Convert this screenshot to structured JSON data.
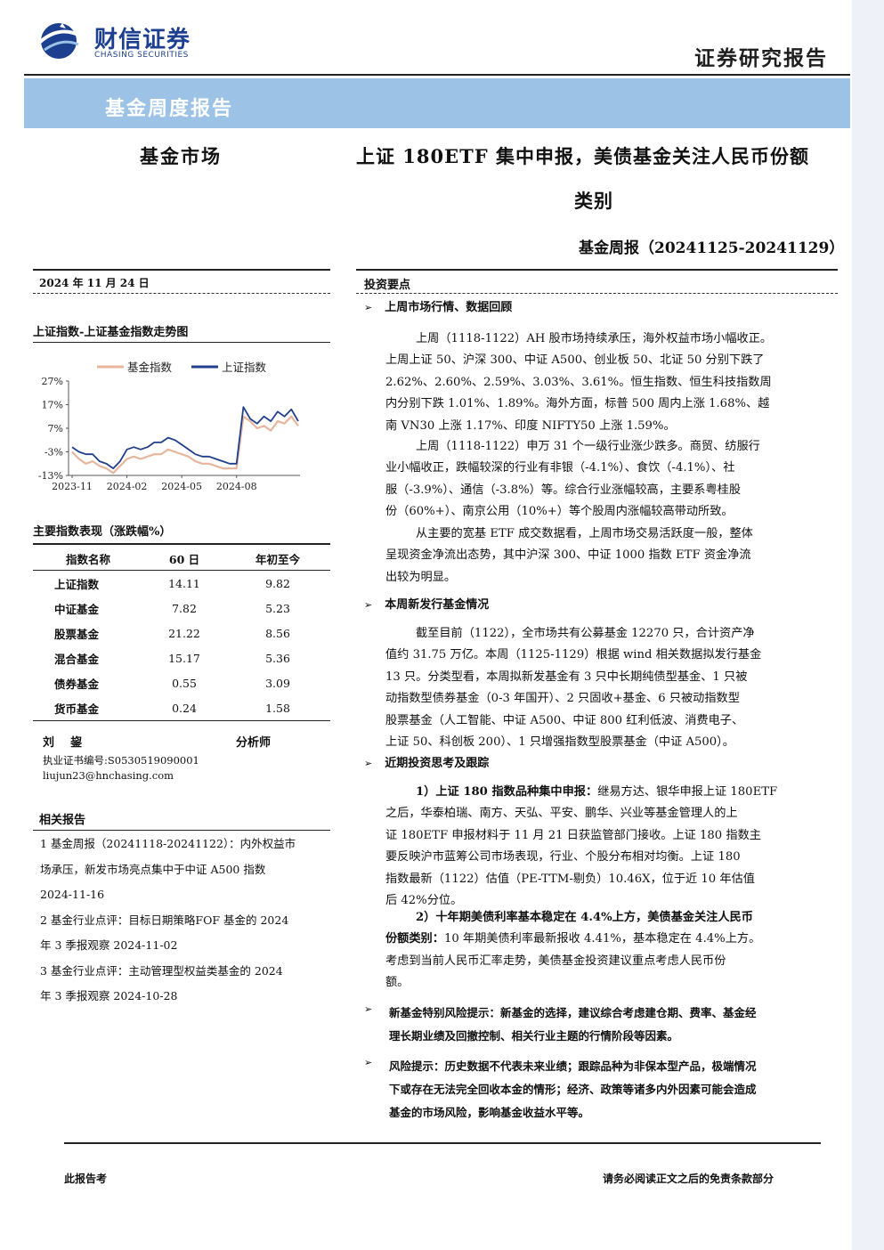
{
  "header": {
    "brand_cn": "财信证券",
    "brand_en": "CHASING SECURITIES",
    "report_kind": "证券研究报告",
    "banner": "基金周度报告",
    "section": "基金市场",
    "title_line1": "上证 180ETF 集中申报，美债基金关注人民币份额",
    "title_line2": "类别",
    "subtitle": "基金周报（20241125-20241129）"
  },
  "left": {
    "date": "2024 年 11 月 24 日",
    "chart_heading": "上证指数-上证基金指数走势图",
    "table_heading": "主要指数表现（涨跌幅%）",
    "table_headers": [
      "指数名称",
      "60 日",
      "年初至今"
    ],
    "table_rows": [
      {
        "name": "上证指数",
        "d60": "14.11",
        "ytd": "9.82"
      },
      {
        "name": "中证基金",
        "d60": "7.82",
        "ytd": "5.23"
      },
      {
        "name": "股票基金",
        "d60": "21.22",
        "ytd": "8.56"
      },
      {
        "name": "混合基金",
        "d60": "15.17",
        "ytd": "5.36"
      },
      {
        "name": "债券基金",
        "d60": "0.55",
        "ytd": "3.09"
      },
      {
        "name": "货币基金",
        "d60": "0.24",
        "ytd": "1.58"
      }
    ],
    "analyst_name": "刘    鋆",
    "analyst_role": "分析师",
    "analyst_cert": "执业证书编号:S0530519090001",
    "analyst_email": "liujun23@hnchasing.com",
    "related_heading": "相关报告",
    "related_lines": [
      "1  基金周报（20241118-20241122）：内外权益市",
      "场承压，新发市场亮点集中于中证 A500 指数",
      "2024-11-16",
      "2  基金行业点评：目标日期策略FOF 基金的 2024",
      "年 3 季报观察 2024-11-02",
      "3  基金行业点评：主动管理型权益类基金的 2024",
      "年 3 季报观察 2024-10-28"
    ]
  },
  "right": {
    "key_points": "投资要点",
    "sec1_title": "上周市场行情、数据回顾",
    "p1": [
      "上周（1118-1122）AH 股市场持续承压，海外权益市场小幅收正。",
      "上周上证 50、沪深 300、中证 A500、创业板 50、北证 50 分别下跌了",
      "2.62%、2.60%、2.59%、3.03%、3.61%。恒生指数、恒生科技指数周",
      "内分别下跌 1.01%、1.89%。海外方面，标普 500 周内上涨 1.68%、越",
      "南 VN30 上涨 1.17%、印度 NIFTY50 上涨 1.59%。"
    ],
    "p2": [
      "上周（1118-1122）申万 31 个一级行业涨少跌多。商贸、纺服行",
      "业小幅收正，跌幅较深的行业有非银（-4.1%）、食饮（-4.1%）、社",
      "服（-3.9%）、通信（-3.8%）等。综合行业涨幅较高，主要系粤桂股",
      "份（60%+）、南京公用（10%+）等个股周内涨幅较高带动所致。"
    ],
    "p3": [
      "从主要的宽基 ETF 成交数据看，上周市场交易活跃度一般，整体",
      "呈现资金净流出态势，其中沪深 300、中证 1000 指数 ETF 资金净流",
      "出较为明显。"
    ],
    "sec2_title": "本周新发行基金情况",
    "p4": [
      "截至目前（1122），全市场共有公募基金 12270 只，合计资产净",
      "值约 31.75 万亿。本周（1125-1129）根据 wind 相关数据拟发行基金",
      "13 只。分类型看，本周拟新发基金有 3 只中长期纯债型基金、1 只被",
      "动指数型债券基金（0-3 年国开）、2 只固收+基金、6 只被动指数型",
      "股票基金（人工智能、中证 A500、中证 800 红利低波、消费电子、",
      "上证 50、科创板 200）、1 只增强指数型股票基金（中证 A500）。"
    ],
    "sec3_title": "近期投资思考及跟踪",
    "p5_bold": "1）上证 180 指数品种集中申报：",
    "p5": [
      "继易方达、银华申报上证 180ETF",
      "之后，华泰柏瑞、南方、天弘、平安、鹏华、兴业等基金管理人的上",
      "证 180ETF 申报材料于 11 月 21 日获监管部门接收。上证 180 指数主",
      "要反映沪市蓝筹公司市场表现，行业、个股分布相对均衡。上证 180",
      "指数最新（1122）估值（PE-TTM-剔负）10.46X，位于近 10 年估值",
      "后 42%分位。"
    ],
    "p6_bold1": "2）十年期美债利率基本稳定在 4.4%上方，美债基金关注人民币",
    "p6_bold2": "份额类别：",
    "p6": [
      "10 年期美债利率最新报收 4.41%，基本稳定在 4.4%上方。",
      "考虑到当前人民币汇率走势，美债基金投资建议重点考虑人民币份",
      "额。"
    ],
    "risk1": [
      "新基金特别风险提示：新基金的选择，建议综合考虑建仓期、费率、基金经",
      "理长期业绩及回撤控制、相关行业主题的行情阶段等因素。"
    ],
    "risk2": [
      "风险提示：历史数据不代表未来业绩；跟踪品种为非保本型产品，极端情况",
      "下或存在无法完全回收本金的情形；经济、政策等诸多内外因素可能会造成",
      "基金的市场风险，影响基金收益水平等。"
    ]
  },
  "footer": {
    "left": "此报告考",
    "right": "请务必阅读正文之后的免责条款部分"
  },
  "chart_data": {
    "type": "line",
    "title": "",
    "xlabel": "",
    "ylabel": "",
    "ylim": [
      -13,
      27
    ],
    "yticks": [
      "27%",
      "17%",
      "7%",
      "-3%",
      "-13%"
    ],
    "xticks": [
      "2023-11",
      "2024-02",
      "2024-05",
      "2024-08"
    ],
    "legend_position": "top",
    "colors": {
      "基金指数": "#e8b69c",
      "上证指数": "#1f3f8c"
    },
    "series": [
      {
        "name": "基金指数",
        "values": [
          -3,
          -6,
          -8,
          -7,
          -9,
          -10,
          -12,
          -9,
          -6,
          -5,
          -6,
          -5,
          -4,
          -4,
          -2,
          -3,
          -4,
          -5,
          -7,
          -8,
          -8,
          -9,
          -10,
          -10,
          -10,
          12,
          10,
          7,
          8,
          6,
          10,
          9,
          12,
          8
        ]
      },
      {
        "name": "上证指数",
        "values": [
          -1,
          -3,
          -4,
          -4,
          -7,
          -8,
          -10,
          -7,
          -2,
          -1,
          -2,
          -1,
          1,
          1,
          3,
          2,
          0,
          -2,
          -4,
          -5,
          -5,
          -6,
          -7,
          -8,
          -8,
          16,
          11,
          9,
          12,
          10,
          14,
          12,
          15,
          10
        ]
      }
    ]
  }
}
